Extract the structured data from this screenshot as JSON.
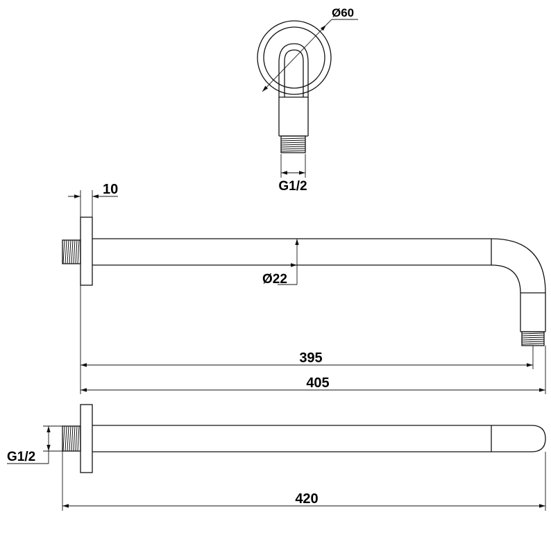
{
  "labels": {
    "flange_diameter": "Ø60",
    "thread_top": "G1/2",
    "flange_thickness": "10",
    "pipe_diameter": "Ø22",
    "reach_inner": "395",
    "reach_overall": "405",
    "thread_side": "G1/2",
    "length_total": "420"
  }
}
